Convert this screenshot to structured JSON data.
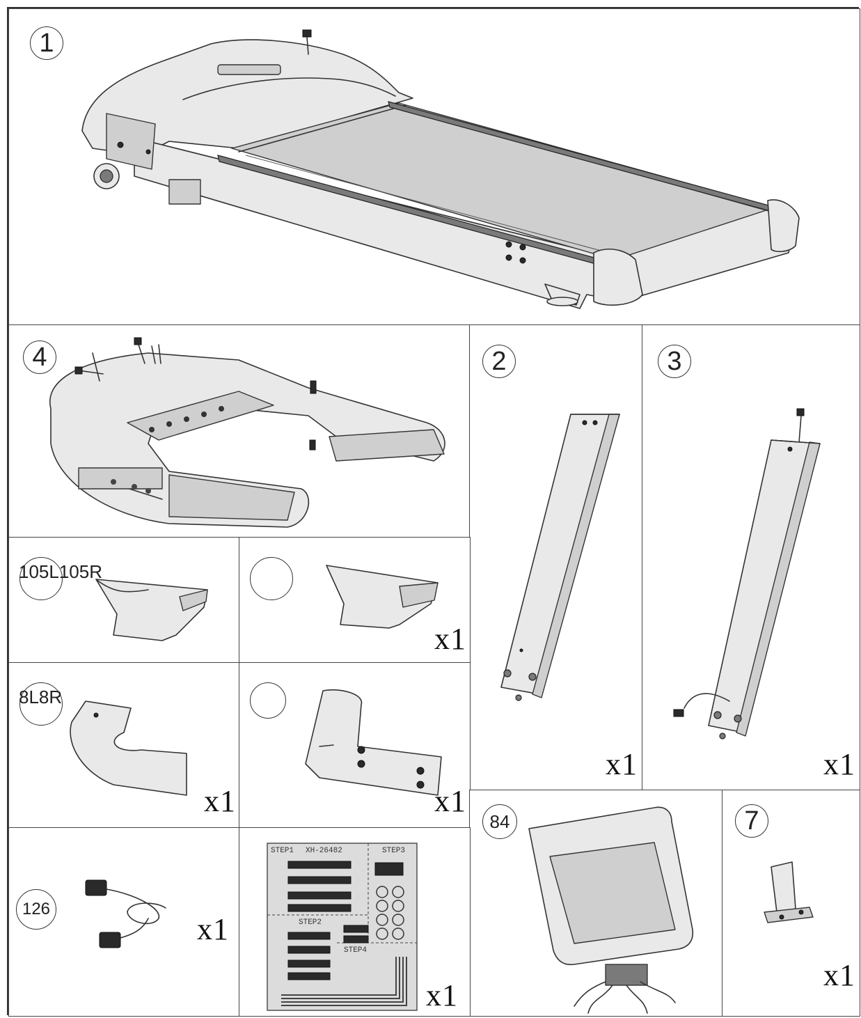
{
  "parts": {
    "p1": {
      "number": "1"
    },
    "p4": {
      "number": "4"
    },
    "p2": {
      "number": "2",
      "qty": "x1"
    },
    "p3": {
      "number": "3",
      "qty": "x1"
    },
    "p105": {
      "label": "105L105R"
    },
    "p105b": {
      "qty": "x1"
    },
    "p8": {
      "label": "8L8R",
      "qty": "x1"
    },
    "p8b": {
      "qty": "x1"
    },
    "p84": {
      "number": "84"
    },
    "p7": {
      "number": "7",
      "qty": "x1"
    },
    "p126": {
      "number": "126",
      "qty": "x1"
    },
    "hardware": {
      "qty": "x1",
      "title": "XH-26482",
      "step1": "STEP1",
      "step2": "STEP2",
      "step3": "STEP3",
      "step4": "STEP4"
    }
  },
  "colors": {
    "line": "#333333",
    "panel": "#e9e9e9",
    "shade": "#cfcfcf",
    "dark": "#2a2a2a"
  }
}
